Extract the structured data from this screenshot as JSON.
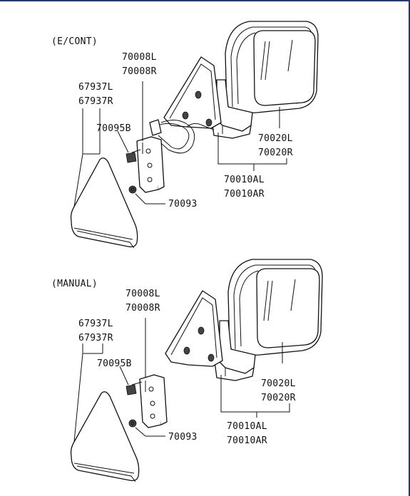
{
  "sections": [
    {
      "title": "(E/CONT)",
      "labels": {
        "housing_left": "70008L",
        "housing_right": "70008R",
        "cover_left": "67937L",
        "cover_right": "67937R",
        "bolt_upper": "70095B",
        "bolt_lower": "70093",
        "glass_left": "70020L",
        "glass_right": "70020R",
        "assy_left": "70010AL",
        "assy_right": "70010AR"
      }
    },
    {
      "title": "(MANUAL)",
      "labels": {
        "housing_left": "70008L",
        "housing_right": "70008R",
        "cover_left": "67937L",
        "cover_right": "67937R",
        "bolt_upper": "70095B",
        "bolt_lower": "70093",
        "glass_left": "70020L",
        "glass_right": "70020R",
        "assy_left": "70010AL",
        "assy_right": "70010AR"
      }
    }
  ]
}
